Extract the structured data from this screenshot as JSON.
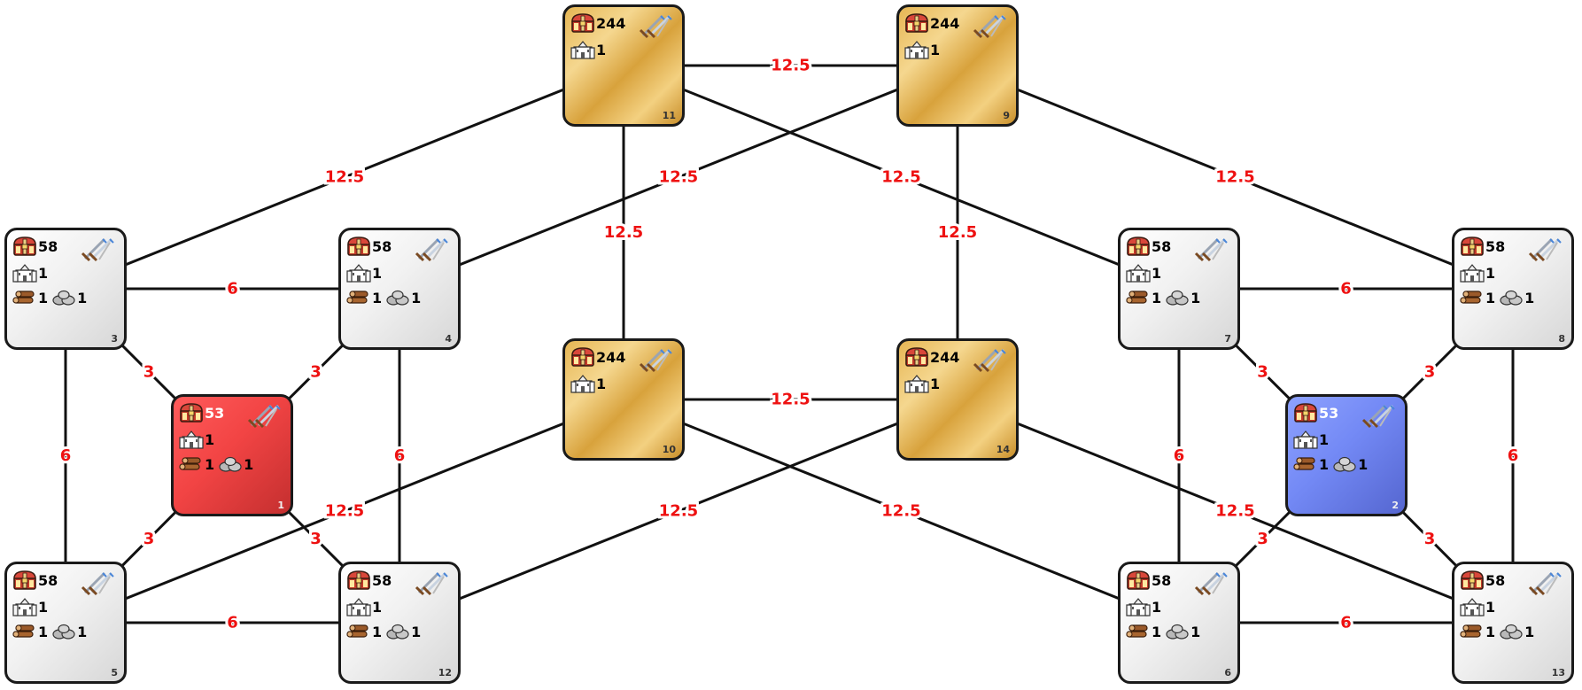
{
  "edges": [
    {
      "from": "11",
      "to": "9",
      "label": "12.5"
    },
    {
      "from": "11",
      "to": "3",
      "label": "12.5"
    },
    {
      "from": "11",
      "to": "7",
      "label": "12.5"
    },
    {
      "from": "11",
      "to": "10",
      "label": "12.5"
    },
    {
      "from": "9",
      "to": "4",
      "label": "12.5"
    },
    {
      "from": "9",
      "to": "8",
      "label": "12.5"
    },
    {
      "from": "9",
      "to": "14",
      "label": "12.5"
    },
    {
      "from": "10",
      "to": "14",
      "label": "12.5"
    },
    {
      "from": "10",
      "to": "5",
      "label": "12.5"
    },
    {
      "from": "10",
      "to": "6",
      "label": "12.5"
    },
    {
      "from": "14",
      "to": "12",
      "label": "12.5"
    },
    {
      "from": "14",
      "to": "13",
      "label": "12.5"
    },
    {
      "from": "3",
      "to": "4",
      "label": "6"
    },
    {
      "from": "3",
      "to": "5",
      "label": "6"
    },
    {
      "from": "4",
      "to": "12",
      "label": "6"
    },
    {
      "from": "5",
      "to": "12",
      "label": "6"
    },
    {
      "from": "7",
      "to": "8",
      "label": "6"
    },
    {
      "from": "7",
      "to": "6",
      "label": "6"
    },
    {
      "from": "8",
      "to": "13",
      "label": "6"
    },
    {
      "from": "6",
      "to": "13",
      "label": "6"
    },
    {
      "from": "3",
      "to": "1",
      "label": "3"
    },
    {
      "from": "4",
      "to": "1",
      "label": "3"
    },
    {
      "from": "5",
      "to": "1",
      "label": "3"
    },
    {
      "from": "12",
      "to": "1",
      "label": "3"
    },
    {
      "from": "7",
      "to": "2",
      "label": "3"
    },
    {
      "from": "8",
      "to": "2",
      "label": "3"
    },
    {
      "from": "6",
      "to": "2",
      "label": "3"
    },
    {
      "from": "13",
      "to": "2",
      "label": "3"
    }
  ],
  "nodes": [
    {
      "id": "11",
      "kind": "gold",
      "gold": "244",
      "castle": "1",
      "wood": "",
      "stone": ""
    },
    {
      "id": "9",
      "kind": "gold",
      "gold": "244",
      "castle": "1",
      "wood": "",
      "stone": ""
    },
    {
      "id": "10",
      "kind": "gold",
      "gold": "244",
      "castle": "1",
      "wood": "",
      "stone": ""
    },
    {
      "id": "14",
      "kind": "gold",
      "gold": "244",
      "castle": "1",
      "wood": "",
      "stone": ""
    },
    {
      "id": "3",
      "kind": "neutral",
      "gold": "58",
      "castle": "1",
      "wood": "1",
      "stone": "1"
    },
    {
      "id": "4",
      "kind": "neutral",
      "gold": "58",
      "castle": "1",
      "wood": "1",
      "stone": "1"
    },
    {
      "id": "5",
      "kind": "neutral",
      "gold": "58",
      "castle": "1",
      "wood": "1",
      "stone": "1"
    },
    {
      "id": "12",
      "kind": "neutral",
      "gold": "58",
      "castle": "1",
      "wood": "1",
      "stone": "1"
    },
    {
      "id": "7",
      "kind": "neutral",
      "gold": "58",
      "castle": "1",
      "wood": "1",
      "stone": "1"
    },
    {
      "id": "8",
      "kind": "neutral",
      "gold": "58",
      "castle": "1",
      "wood": "1",
      "stone": "1"
    },
    {
      "id": "6",
      "kind": "neutral",
      "gold": "58",
      "castle": "1",
      "wood": "1",
      "stone": "1"
    },
    {
      "id": "13",
      "kind": "neutral",
      "gold": "58",
      "castle": "1",
      "wood": "1",
      "stone": "1"
    },
    {
      "id": "1",
      "kind": "red",
      "gold": "53",
      "castle": "1",
      "wood": "1",
      "stone": "1"
    },
    {
      "id": "2",
      "kind": "blue",
      "gold": "53",
      "castle": "1",
      "wood": "1",
      "stone": "1"
    }
  ],
  "colors": {
    "edge": "#111111",
    "label": "#ee1111",
    "red_node": "#f24444",
    "blue_node": "#7389f5",
    "gold_node": "#e6b654",
    "neutral_node": "#f1f1f1"
  },
  "icons": [
    "treasure-chest-icon",
    "crossed-swords-icon",
    "castle-icon",
    "wood-logs-icon",
    "stone-pile-icon"
  ]
}
